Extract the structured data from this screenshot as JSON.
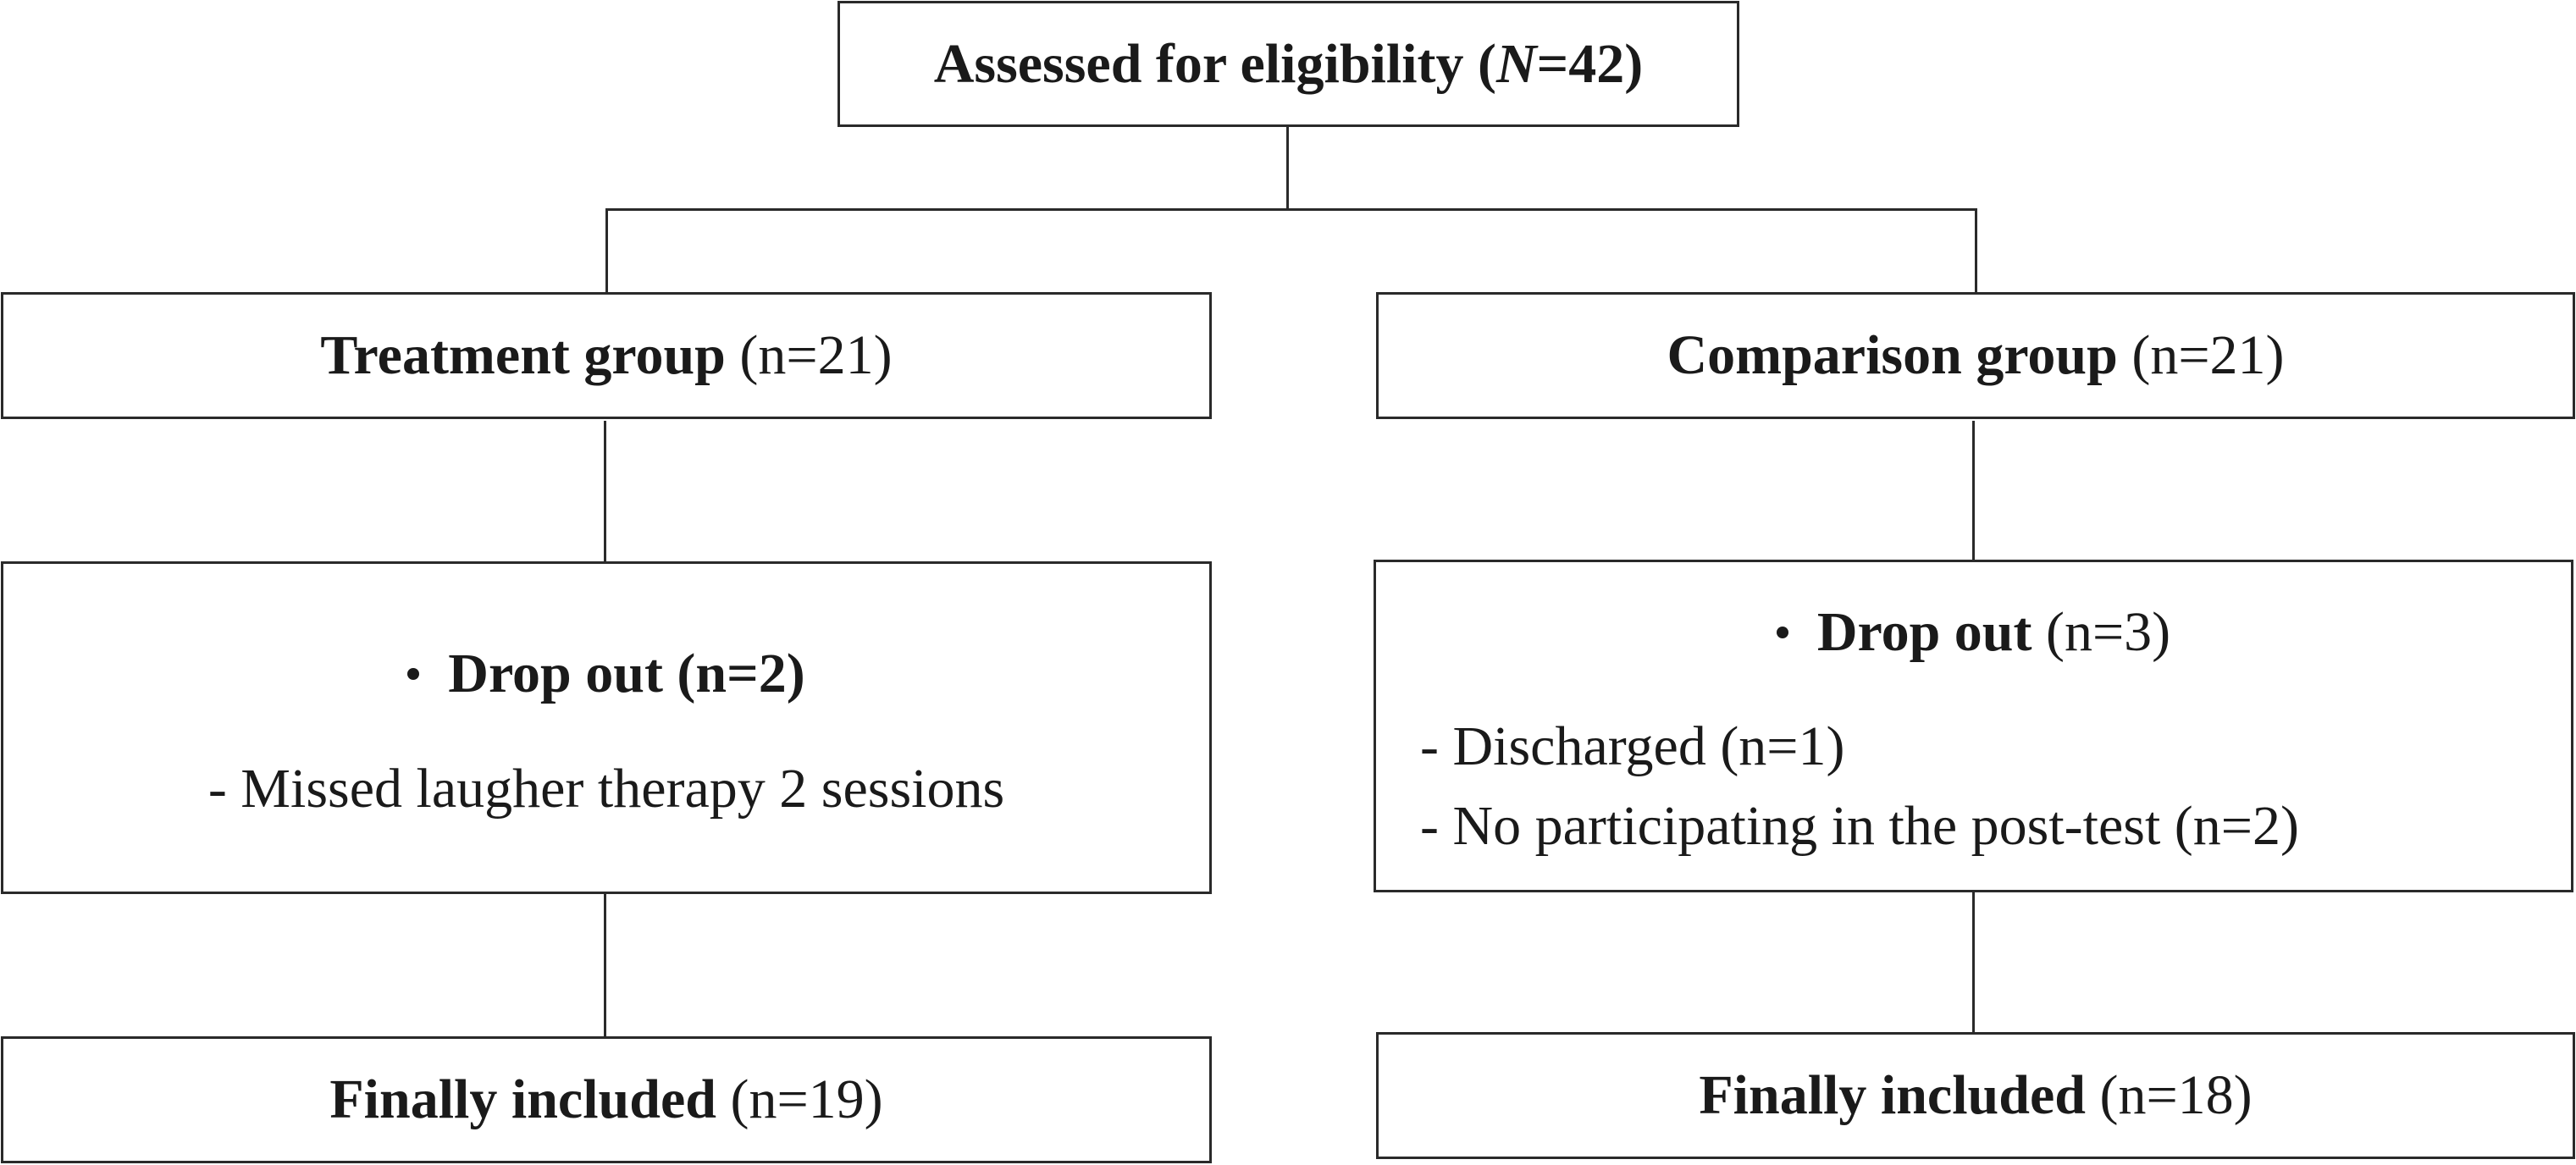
{
  "root": {
    "label_prefix": "Assessed for eligibility (",
    "label_var": "N",
    "label_suffix": "=42)"
  },
  "treatment": {
    "group": {
      "label": "Treatment group",
      "count": "(n=21)"
    },
    "dropout": {
      "label": "Drop out (n=2)",
      "details": [
        "- Missed laugher therapy 2 sessions"
      ]
    },
    "final": {
      "label": "Finally included",
      "count": "(n=19)"
    }
  },
  "comparison": {
    "group": {
      "label": "Comparison group",
      "count": "(n=21)"
    },
    "dropout": {
      "label": "Drop out",
      "count": "(n=3)",
      "details": [
        "- Discharged (n=1)",
        "- No participating in the post-test (n=2)"
      ]
    },
    "final": {
      "label": "Finally included",
      "count": "(n=18)"
    }
  }
}
